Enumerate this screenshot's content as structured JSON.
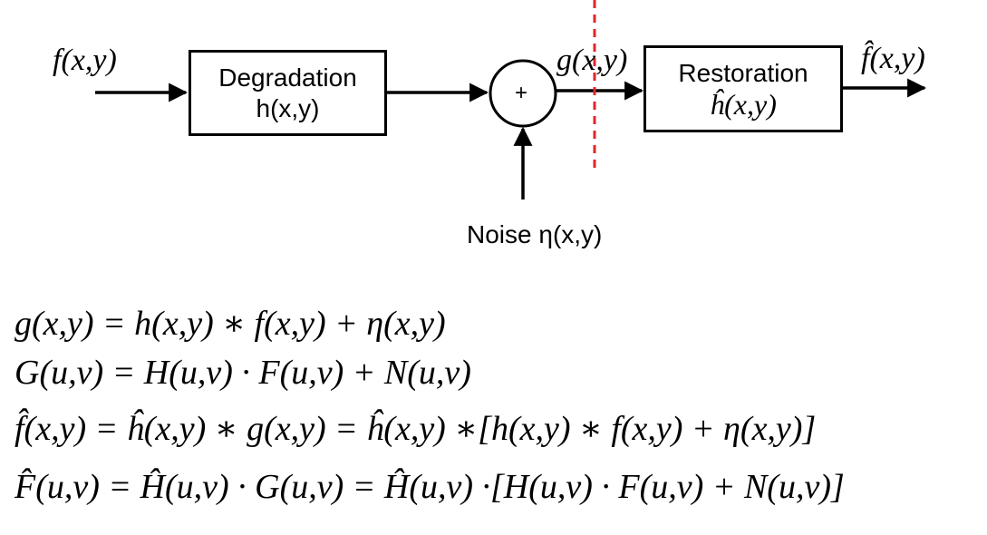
{
  "diagram": {
    "input_label": "f(x,y)",
    "degradation": {
      "line1": "Degradation",
      "line2": "h(x,y)"
    },
    "adder_symbol": "+",
    "g_label": "g(x,y)",
    "restoration": {
      "line1": "Restoration",
      "line2": "ĥ(x,y)"
    },
    "output_label": "f̂(x,y)",
    "noise_label": "Noise η(x,y)"
  },
  "equations": [
    "g(x,y) = h(x,y) ∗ f(x,y) + η(x,y)",
    "G(u,v) = H(u,v) · F(u,v) + N(u,v)",
    "f̂(x,y) = ĥ(x,y) ∗ g(x,y) = ĥ(x,y) ∗[h(x,y) ∗ f(x,y) + η(x,y)]",
    "F̂(u,v) = Ĥ(u,v) · G(u,v) = Ĥ(u,v) ·[H(u,v) · F(u,v) + N(u,v)]"
  ],
  "colors": {
    "line": "#000000",
    "cut_line": "#e0252b"
  }
}
